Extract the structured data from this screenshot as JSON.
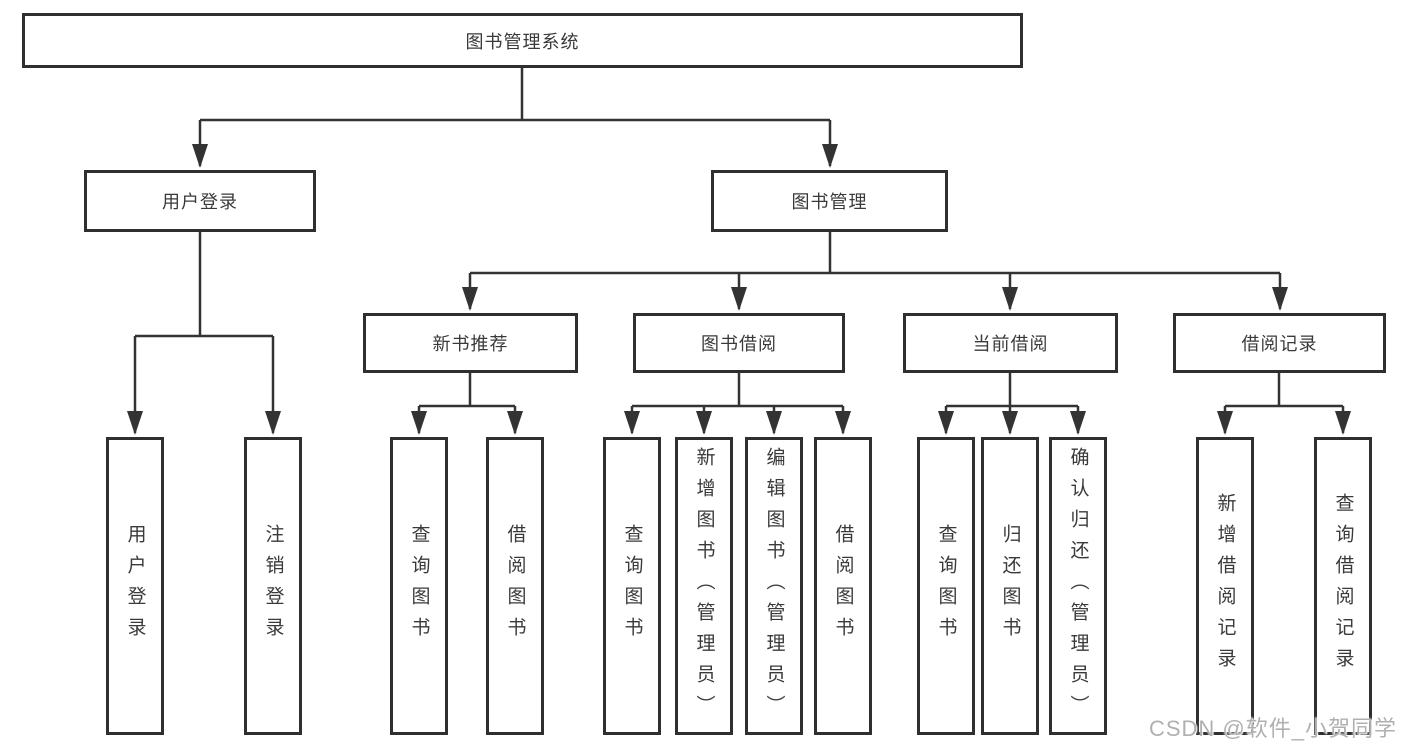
{
  "diagram": {
    "root": {
      "label": "图书管理系统"
    },
    "level2": [
      {
        "label": "用户登录"
      },
      {
        "label": "图书管理"
      }
    ],
    "level3": [
      {
        "label": "新书推荐"
      },
      {
        "label": "图书借阅"
      },
      {
        "label": "当前借阅"
      },
      {
        "label": "借阅记录"
      }
    ],
    "leaves": {
      "user_login": [
        "用户登录",
        "注销登录"
      ],
      "new_book_recommend": [
        "查询图书",
        "借阅图书"
      ],
      "book_borrow": [
        "查询图书",
        "新增图书（管理员）",
        "编辑图书（管理员）",
        "借阅图书"
      ],
      "current_borrow": [
        "查询图书",
        "归还图书",
        "确认归还（管理员）"
      ],
      "borrow_records": [
        "新增借阅记录",
        "查询借阅记录"
      ]
    }
  },
  "watermark": "CSDN @软件_小贺同学",
  "colors": {
    "line": "#333333",
    "box_border": "#2f2f2f",
    "text": "#3a3a3a",
    "watermark": "#b0b0b0",
    "background": "#ffffff"
  }
}
